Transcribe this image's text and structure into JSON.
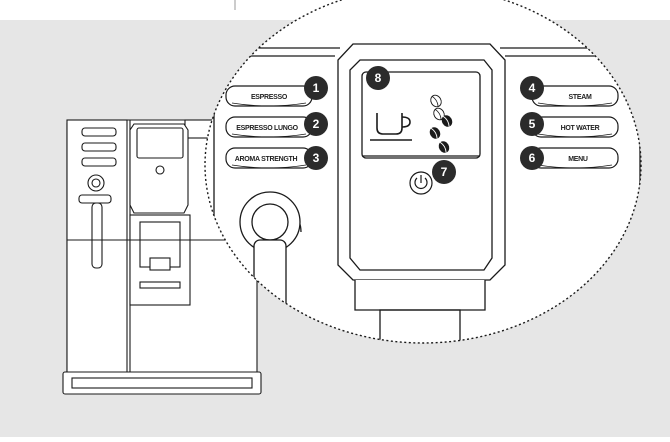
{
  "colors": {
    "background": "#e6e6e6",
    "outline": "#1a1a1a",
    "badge": "#2b2b2b",
    "machine_fill": "#ffffff"
  },
  "buttons": {
    "espresso": "ESPRESSO",
    "espresso_lungo": "ESPRESSO LUNGO",
    "aroma_strength": "AROMA STRENGTH",
    "steam": "STEAM",
    "hot_water": "HOT WATER",
    "menu": "MENU"
  },
  "callouts": [
    "1",
    "2",
    "3",
    "4",
    "5",
    "6",
    "7",
    "8"
  ],
  "icons": {
    "cup": "coffee-cup-icon",
    "beans": "coffee-bean-icon",
    "power": "power-icon"
  }
}
